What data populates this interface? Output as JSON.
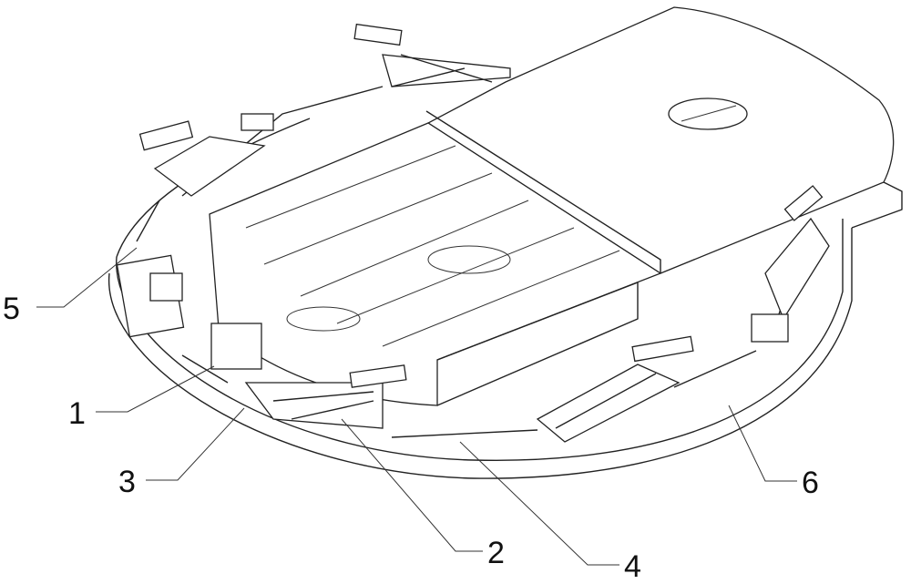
{
  "figure": {
    "type": "patent-drawing",
    "labels": [
      {
        "id": "label-5",
        "text": "5"
      },
      {
        "id": "label-1",
        "text": "1"
      },
      {
        "id": "label-3",
        "text": "3"
      },
      {
        "id": "label-2",
        "text": "2"
      },
      {
        "id": "label-4",
        "text": "4"
      },
      {
        "id": "label-6",
        "text": "6"
      }
    ]
  }
}
